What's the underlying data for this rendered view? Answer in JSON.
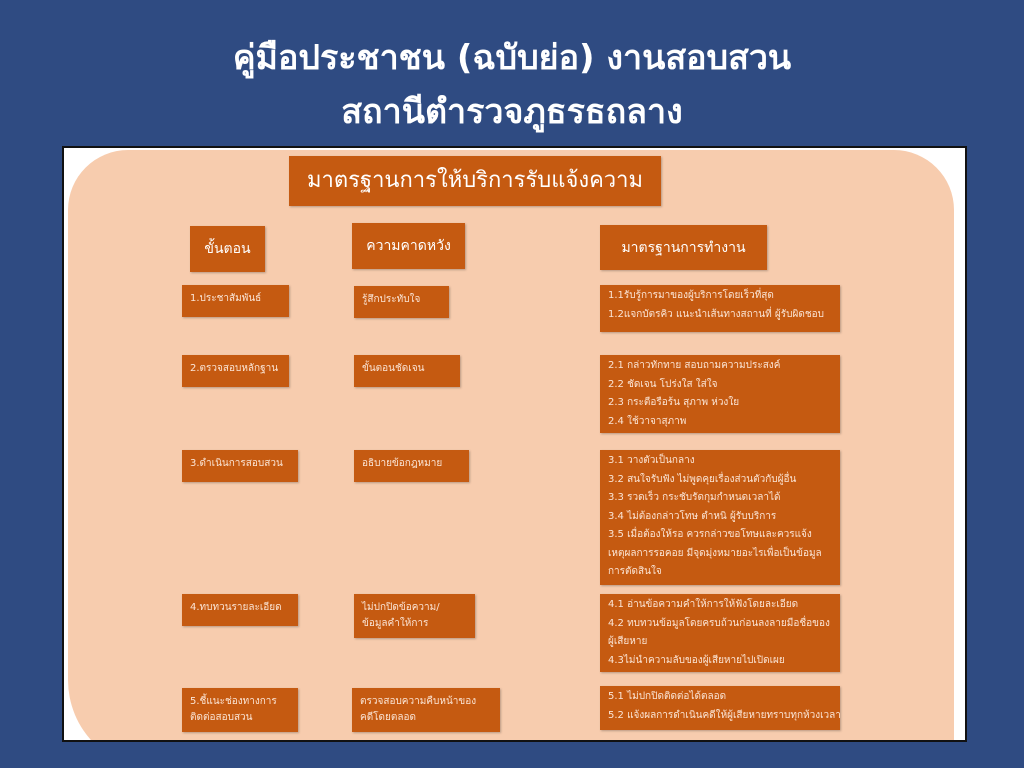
{
  "title": {
    "line1": "คู่มือประชาชน (ฉบับย่อ)  งานสอบสวน",
    "line2": "สถานีตำรวจภูธรธถลาง"
  },
  "header": "มาตรฐานการให้บริการรับแจ้งความ",
  "columns": [
    "ขั้นตอน",
    "ความคาดหวัง",
    "มาตรฐานการทำงาน"
  ],
  "rows": [
    {
      "step": [
        "1.ประชาสัมพันธ์"
      ],
      "expect": [
        "รู้สึกประทับใจ"
      ],
      "standards": [
        "1.1รับรู้การมาของผู้บริการโดยเร็วที่สุด",
        "1.2แจกบัตรคิว แนะนำเส้นทางสถานที่ ผู้รับผิดชอบ"
      ]
    },
    {
      "step": [
        "2.ตรวจสอบหลักฐาน"
      ],
      "expect": [
        "ขั้นตอนชัดเจน"
      ],
      "standards": [
        "2.1 กล่าวทักทาย สอบถามความประสงค์",
        "2.2 ชัดเจน โปร่งใส ใส่ใจ",
        "2.3 กระตือรือร้น สุภาพ ห่วงใย",
        "2.4 ใช้วาจาสุภาพ"
      ]
    },
    {
      "step": [
        "3.ดำเนินการสอบสวน"
      ],
      "expect": [
        "อธิบายข้อกฎหมาย"
      ],
      "standards": [
        "3.1 วางตัวเป็นกลาง",
        "3.2 สนใจรับฟัง ไม่พูดคุยเรื่องส่วนตัวกับผู้อื่น",
        "3.3 รวดเร็ว กระชับรัดกุมกำหนดเวลาได้",
        "3.4 ไม่ต้องกล่าวโทษ ตำหนิ ผู้รับบริการ",
        "3.5 เมื่อต้องให้รอ ควรกล่าวขอโทษและควรแจ้ง",
        "เหตุผลการรอคอย มีจุดมุ่งหมายอะไรเพื่อเป็นข้อมูล",
        "การตัดสินใจ"
      ]
    },
    {
      "step": [
        "4.ทบทวนรายละเอียด"
      ],
      "expect": [
        "ไม่ปกปิดข้อความ/",
        "ข้อมูลคำให้การ"
      ],
      "standards": [
        "4.1 อ่านข้อความคำให้การให้ฟังโดยละเอียด",
        "4.2 ทบทวนข้อมูลโดยครบถ้วนก่อนลงลายมือชื่อของ",
        "ผู้เสียหาย",
        "4.3ไม่นำความลับของผู้เสียหายไปเปิดเผย"
      ]
    },
    {
      "step": [
        "5.ชี้แนะช่องทางการ",
        "ติดต่อสอบสวน"
      ],
      "expect": [
        "ตรวจสอบความคืบหน้าของ",
        "คดีโดยตลอด"
      ],
      "standards": [
        "5.1 ไม่ปกปิดติดต่อได้ตลอด",
        "5.2 แจ้งผลการดำเนินคดีให้ผู้เสียหายทราบทุกห้วงเวลา"
      ]
    }
  ]
}
